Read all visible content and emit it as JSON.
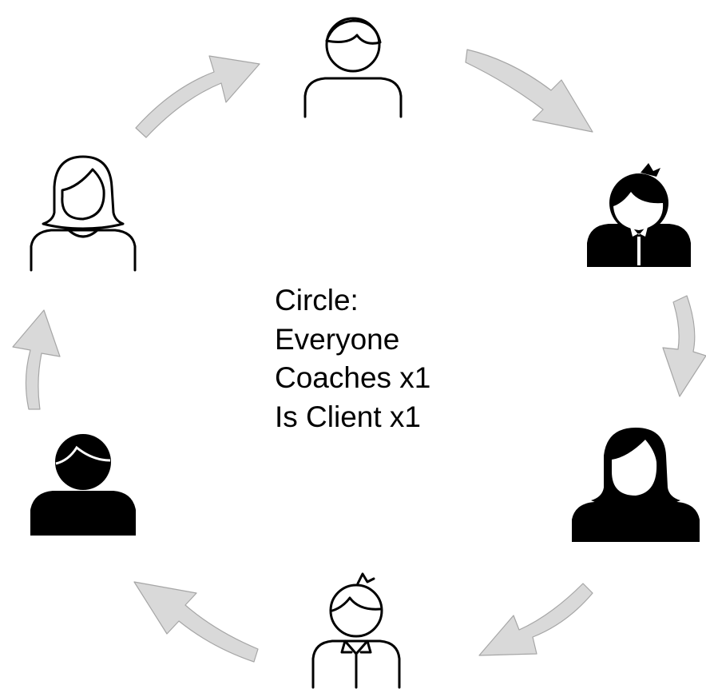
{
  "center_text": {
    "line1": "Circle:",
    "line2": "Everyone",
    "line3": "Coaches x1",
    "line4": "Is Client x1"
  },
  "colors": {
    "arrow_fill": "#d9d9d9",
    "arrow_stroke": "#a6a6a6",
    "figure": "#000000",
    "background": "#ffffff"
  },
  "people": [
    {
      "id": "top",
      "icon": "man-outline-icon"
    },
    {
      "id": "right-upper",
      "icon": "boy-solid-icon"
    },
    {
      "id": "right-lower",
      "icon": "woman-solid-icon"
    },
    {
      "id": "bottom",
      "icon": "boy-outline-icon"
    },
    {
      "id": "left-lower",
      "icon": "man-solid-icon"
    },
    {
      "id": "left-upper",
      "icon": "woman-outline-icon"
    }
  ]
}
